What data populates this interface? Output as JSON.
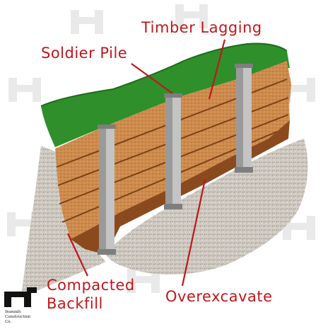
{
  "labels": {
    "timber_lagging": "Timber Lagging",
    "soldier_pile": "Soldier Pile",
    "compacted_backfill_line1": "Compacted",
    "compacted_backfill_line2": "Backfill",
    "overexcavate": "Overexcavate"
  },
  "logo": {
    "line1": "Inanzah",
    "line2": "Construction",
    "line3": "Co."
  },
  "colors": {
    "label": "#c0171b",
    "grass": "#2f8f2b",
    "soil": "#c9864a",
    "soil_dark": "#8a4a1e",
    "gravel": "#c8c2ba",
    "pile": "#9a9a9a"
  }
}
